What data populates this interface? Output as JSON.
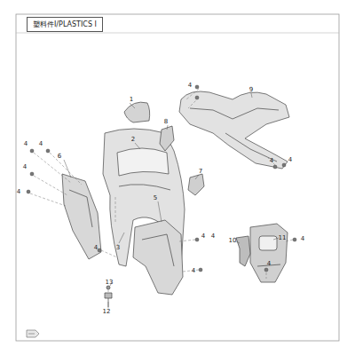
{
  "diagram": {
    "title": "塑料件Ⅰ/PLASTICS Ⅰ",
    "labels": [
      "1",
      "2",
      "3",
      "4",
      "4",
      "4",
      "4",
      "4",
      "4",
      "4",
      "4",
      "4",
      "4",
      "4",
      "4",
      "4",
      "5",
      "6",
      "7",
      "8",
      "9",
      "10",
      "11",
      "12",
      "13"
    ]
  }
}
